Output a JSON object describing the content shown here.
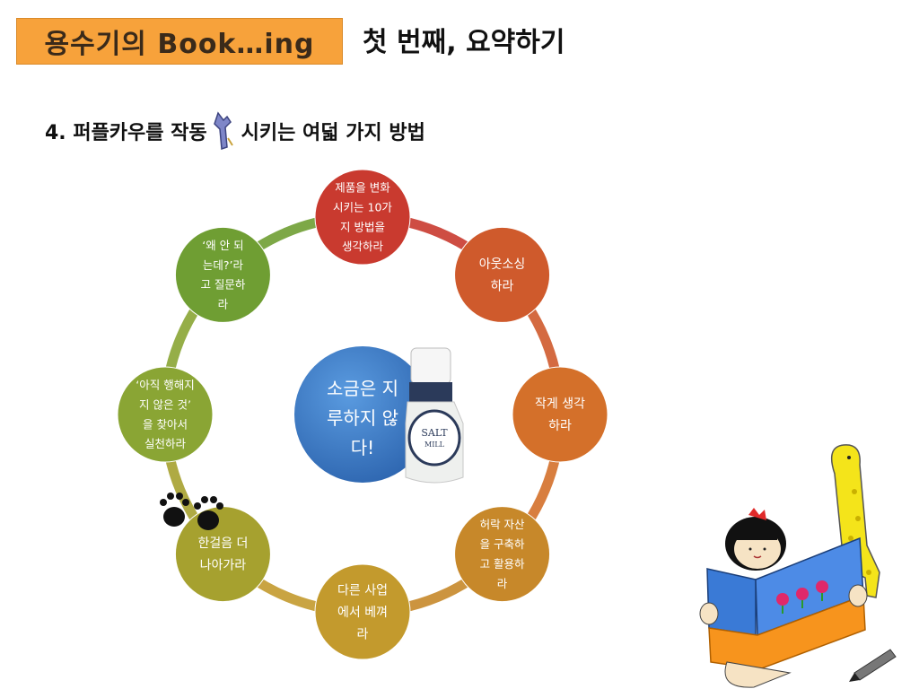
{
  "header": {
    "logo_text": "용수기의 Book…ing",
    "title": "첫 번째, 요약하기"
  },
  "subtitle": {
    "before": "4. 퍼플카우를 작동",
    "after": "시키는 여덟 가지 방법"
  },
  "diagram": {
    "center": [
      "소금은 지",
      "루하지 않",
      "다!"
    ],
    "nodes": [
      {
        "lines": [
          "제품을 변화",
          "시키는 10가",
          "지 방법을",
          "생각하라"
        ],
        "color": "#c93a2f"
      },
      {
        "lines": [
          "아웃소싱",
          "하라"
        ],
        "color": "#cf5a2c"
      },
      {
        "lines": [
          "작게 생각",
          "하라"
        ],
        "color": "#d4702a"
      },
      {
        "lines": [
          "허락 자산",
          "을 구축하",
          "고 활용하",
          "라"
        ],
        "color": "#c7882a"
      },
      {
        "lines": [
          "다른 사업",
          "에서 베껴",
          "라"
        ],
        "color": "#c39a2d"
      },
      {
        "lines": [
          "한걸음 더",
          "나아가라"
        ],
        "color": "#a6a12f"
      },
      {
        "lines": [
          "‘아직 행해지",
          "지 않은 것’",
          "을 찾아서",
          "실천하라"
        ],
        "color": "#8aa534"
      },
      {
        "lines": [
          "‘왜 안 되",
          "는데?’라",
          "고 질문하",
          "라"
        ],
        "color": "#6f9e33"
      }
    ]
  },
  "colors": {
    "logo_bg": "#f7a23b",
    "center_circle": "#3a78c4"
  },
  "icons": [
    "wrench-icon",
    "salt-mill-image",
    "paw-prints-icon",
    "girl-reading-illustration"
  ]
}
